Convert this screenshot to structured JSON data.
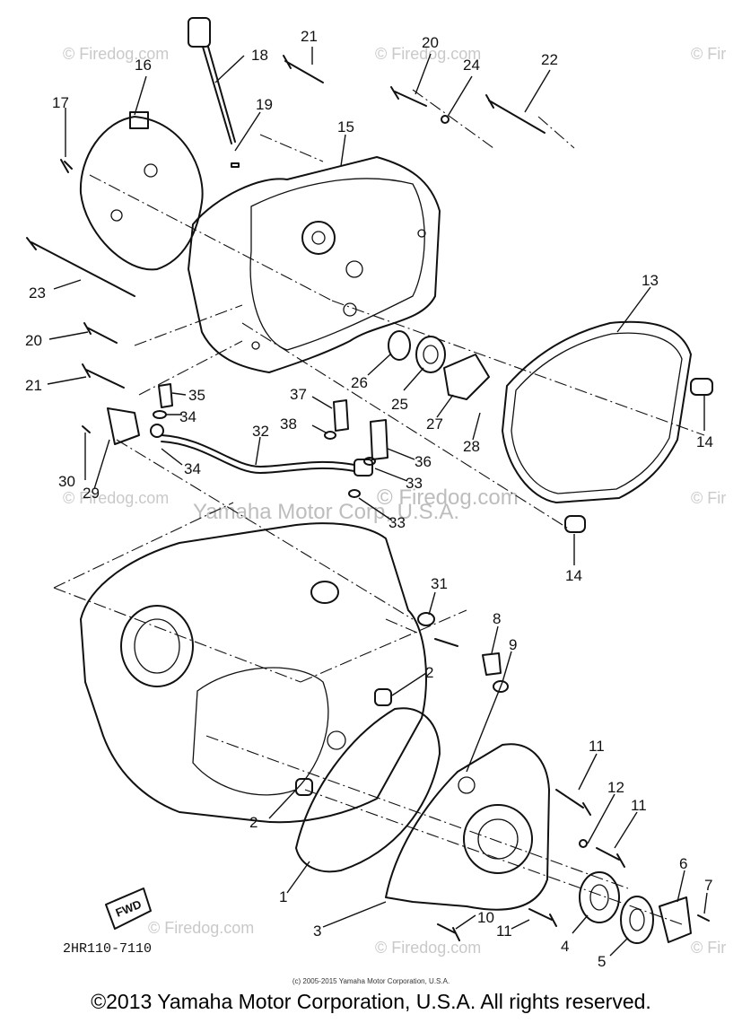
{
  "watermarks": {
    "firedog": "© Firedog.com",
    "firedog_short": "© Fir",
    "yamaha": "Yamaha Motor Corp, U.S.A."
  },
  "callouts": {
    "c1": "1",
    "c2a": "2",
    "c2b": "2",
    "c3": "3",
    "c4": "4",
    "c5": "5",
    "c6": "6",
    "c7": "7",
    "c8": "8",
    "c9": "9",
    "c10": "10",
    "c11a": "11",
    "c11b": "11",
    "c11c": "11",
    "c12": "12",
    "c13": "13",
    "c14a": "14",
    "c14b": "14",
    "c15": "15",
    "c16": "16",
    "c17": "17",
    "c18": "18",
    "c19": "19",
    "c20a": "20",
    "c20b": "20",
    "c21a": "21",
    "c21b": "21",
    "c22": "22",
    "c23": "23",
    "c24": "24",
    "c25": "25",
    "c26": "26",
    "c27": "27",
    "c28": "28",
    "c29": "29",
    "c30": "30",
    "c31": "31",
    "c32": "32",
    "c33a": "33",
    "c33b": "33",
    "c34a": "34",
    "c34b": "34",
    "c35": "35",
    "c36": "36",
    "c37": "37",
    "c38": "38"
  },
  "fwd_label": "FWD",
  "diagram_code": "2HR110-7110",
  "credit_small": "(c) 2005-2015 Yamaha Motor Corporation, U.S.A.",
  "copyright": "©2013 Yamaha Motor Corporation, U.S.A. All rights reserved."
}
